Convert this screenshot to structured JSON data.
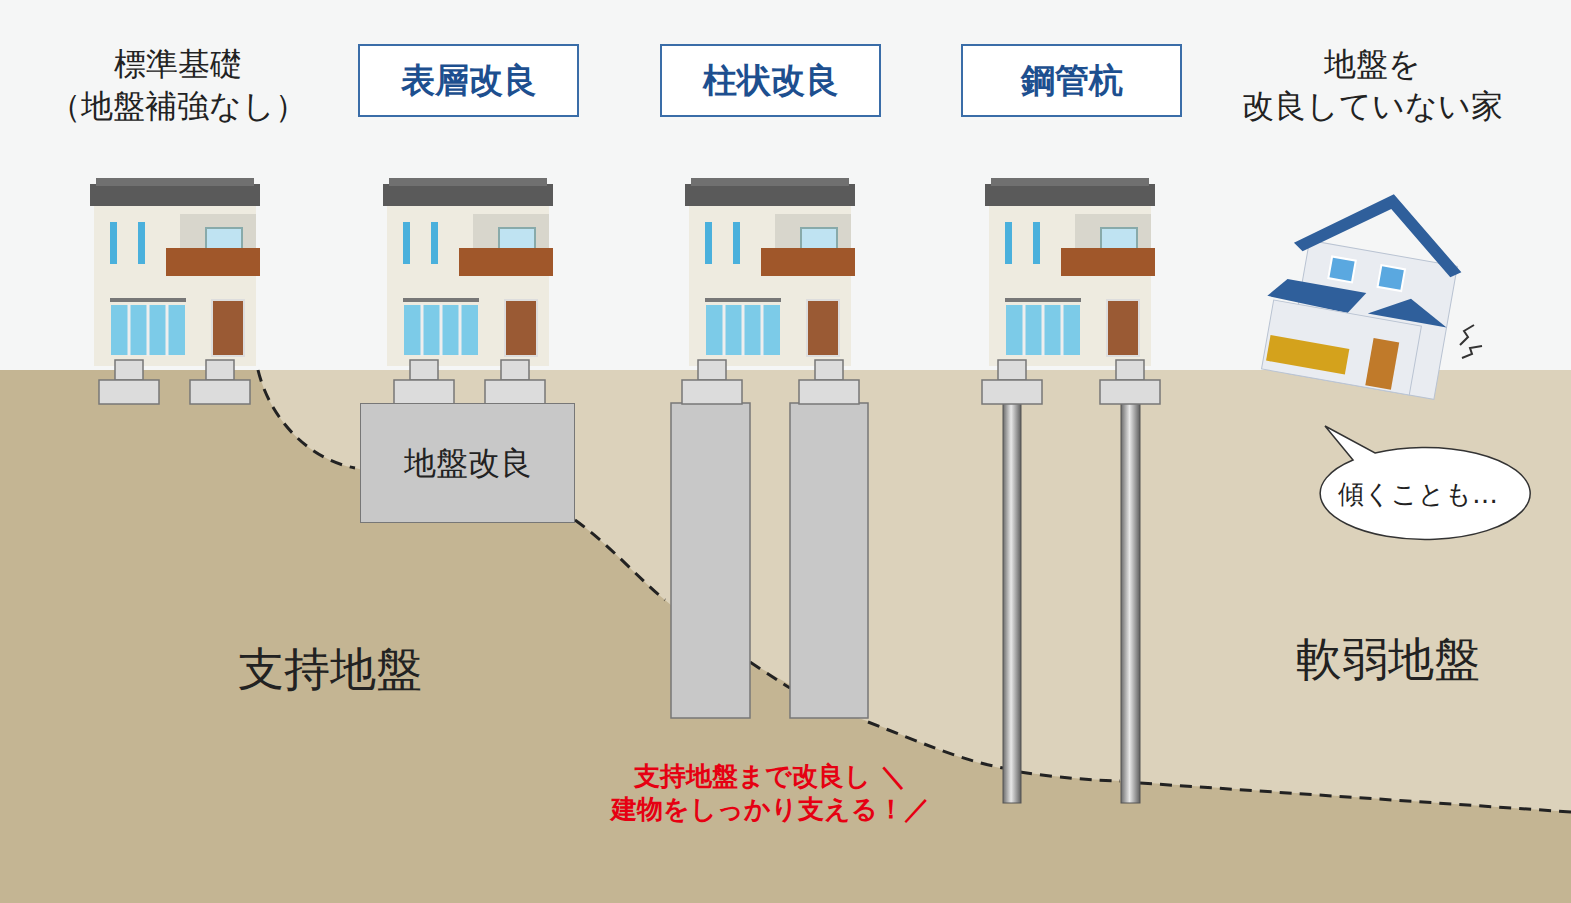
{
  "diagram": {
    "nodes": [
      {
        "text": [
          "表層改良"
        ]
      },
      {
        "text": [
          "柱状改良"
        ]
      },
      {
        "text": [
          "鋼管杭"
        ]
      },
      {
        "text": [
          "地盤改良"
        ]
      },
      {
        "text": [
          "傾くことも…"
        ]
      }
    ],
    "labels": [
      "標準基礎 （地盤補強なし）",
      "地盤を 改良していない家",
      "支持地盤",
      "軟弱地盤",
      "支持地盤まで改良し ＼建物をしっかり支える！／"
    ]
  }
}
